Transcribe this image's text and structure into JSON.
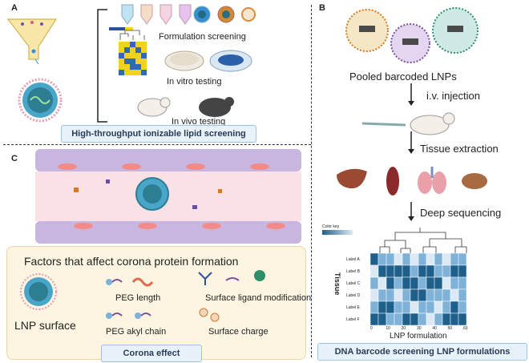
{
  "panels": {
    "a": {
      "letter": "A",
      "caption": "High-throughput ionizable lipid screening",
      "labels": {
        "formulation": "Formulation screening",
        "in_vitro": "In vitro testing",
        "in_vivo": "In vivo testing"
      }
    },
    "b": {
      "letter": "B",
      "caption": "DNA barcode screening LNP formulations",
      "steps": {
        "pooled": "Pooled barcoded LNPs",
        "injection": "i.v. injection",
        "extraction": "Tissue extraction",
        "sequencing": "Deep sequencing"
      }
    },
    "c": {
      "letter": "C",
      "caption": "Corona effect",
      "factors_title": "Factors that affect corona protein formation",
      "factors": {
        "surface": "LNP surface",
        "peg_length": "PEG length",
        "ligand": "Surface ligand modification",
        "peg_chain": "PEG akyl chain",
        "charge": "Surface charge"
      }
    }
  },
  "heatmap": {
    "colorkey_label": "Color key",
    "xlabel": "LNP formulation",
    "ylabel": "Tissue",
    "row_labels": [
      "Label A",
      "Label B",
      "Label C",
      "Label D",
      "Label E",
      "Label F"
    ],
    "x_ticks": [
      "0",
      "10",
      "20",
      "30",
      "40",
      "50",
      "60"
    ]
  },
  "colors": {
    "dark_blue": "#1f5f8b",
    "mid_blue": "#7fb2d8",
    "light_blue": "#dbe9f6",
    "yellow": "#f2d21b",
    "caption_bg": "#e8f2fb"
  }
}
